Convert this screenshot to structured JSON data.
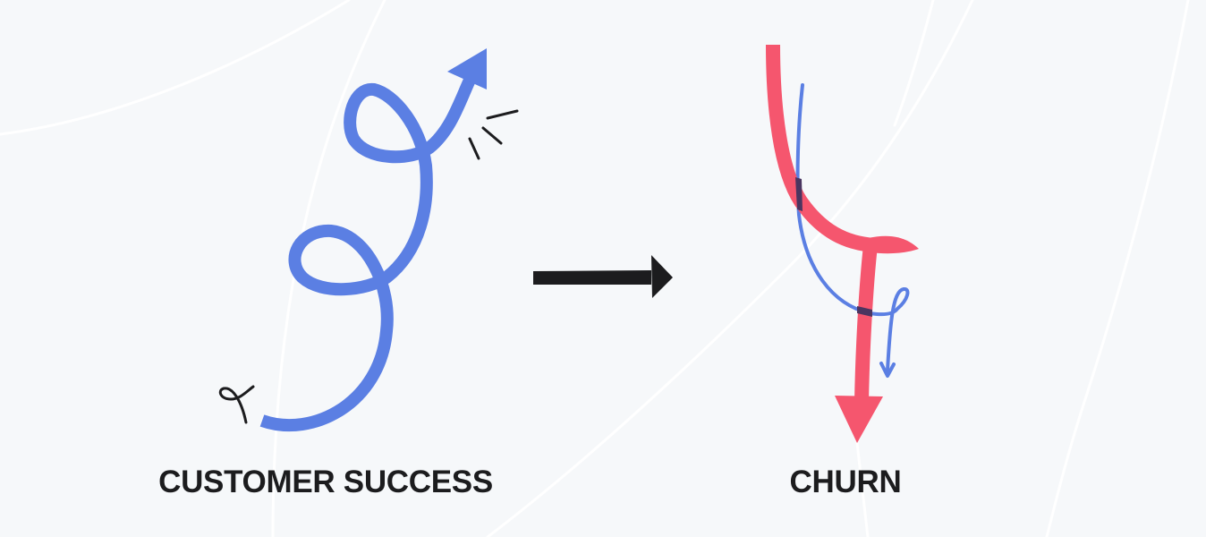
{
  "colors": {
    "background": "#F6F8FA",
    "background_lines": "#FFFFFF",
    "success_blue": "#5B7FE3",
    "churn_red": "#F5566E",
    "ink": "#1C1C1E",
    "overlap_dark": "#4A3560"
  },
  "left_panel": {
    "label": "CUSTOMER SUCCESS",
    "illustration": "blue-looping-upward-arrow"
  },
  "connector": {
    "illustration": "black-right-arrow"
  },
  "right_panel": {
    "label": "CHURN",
    "illustration": "red-downward-arrow-with-blue-loop"
  }
}
